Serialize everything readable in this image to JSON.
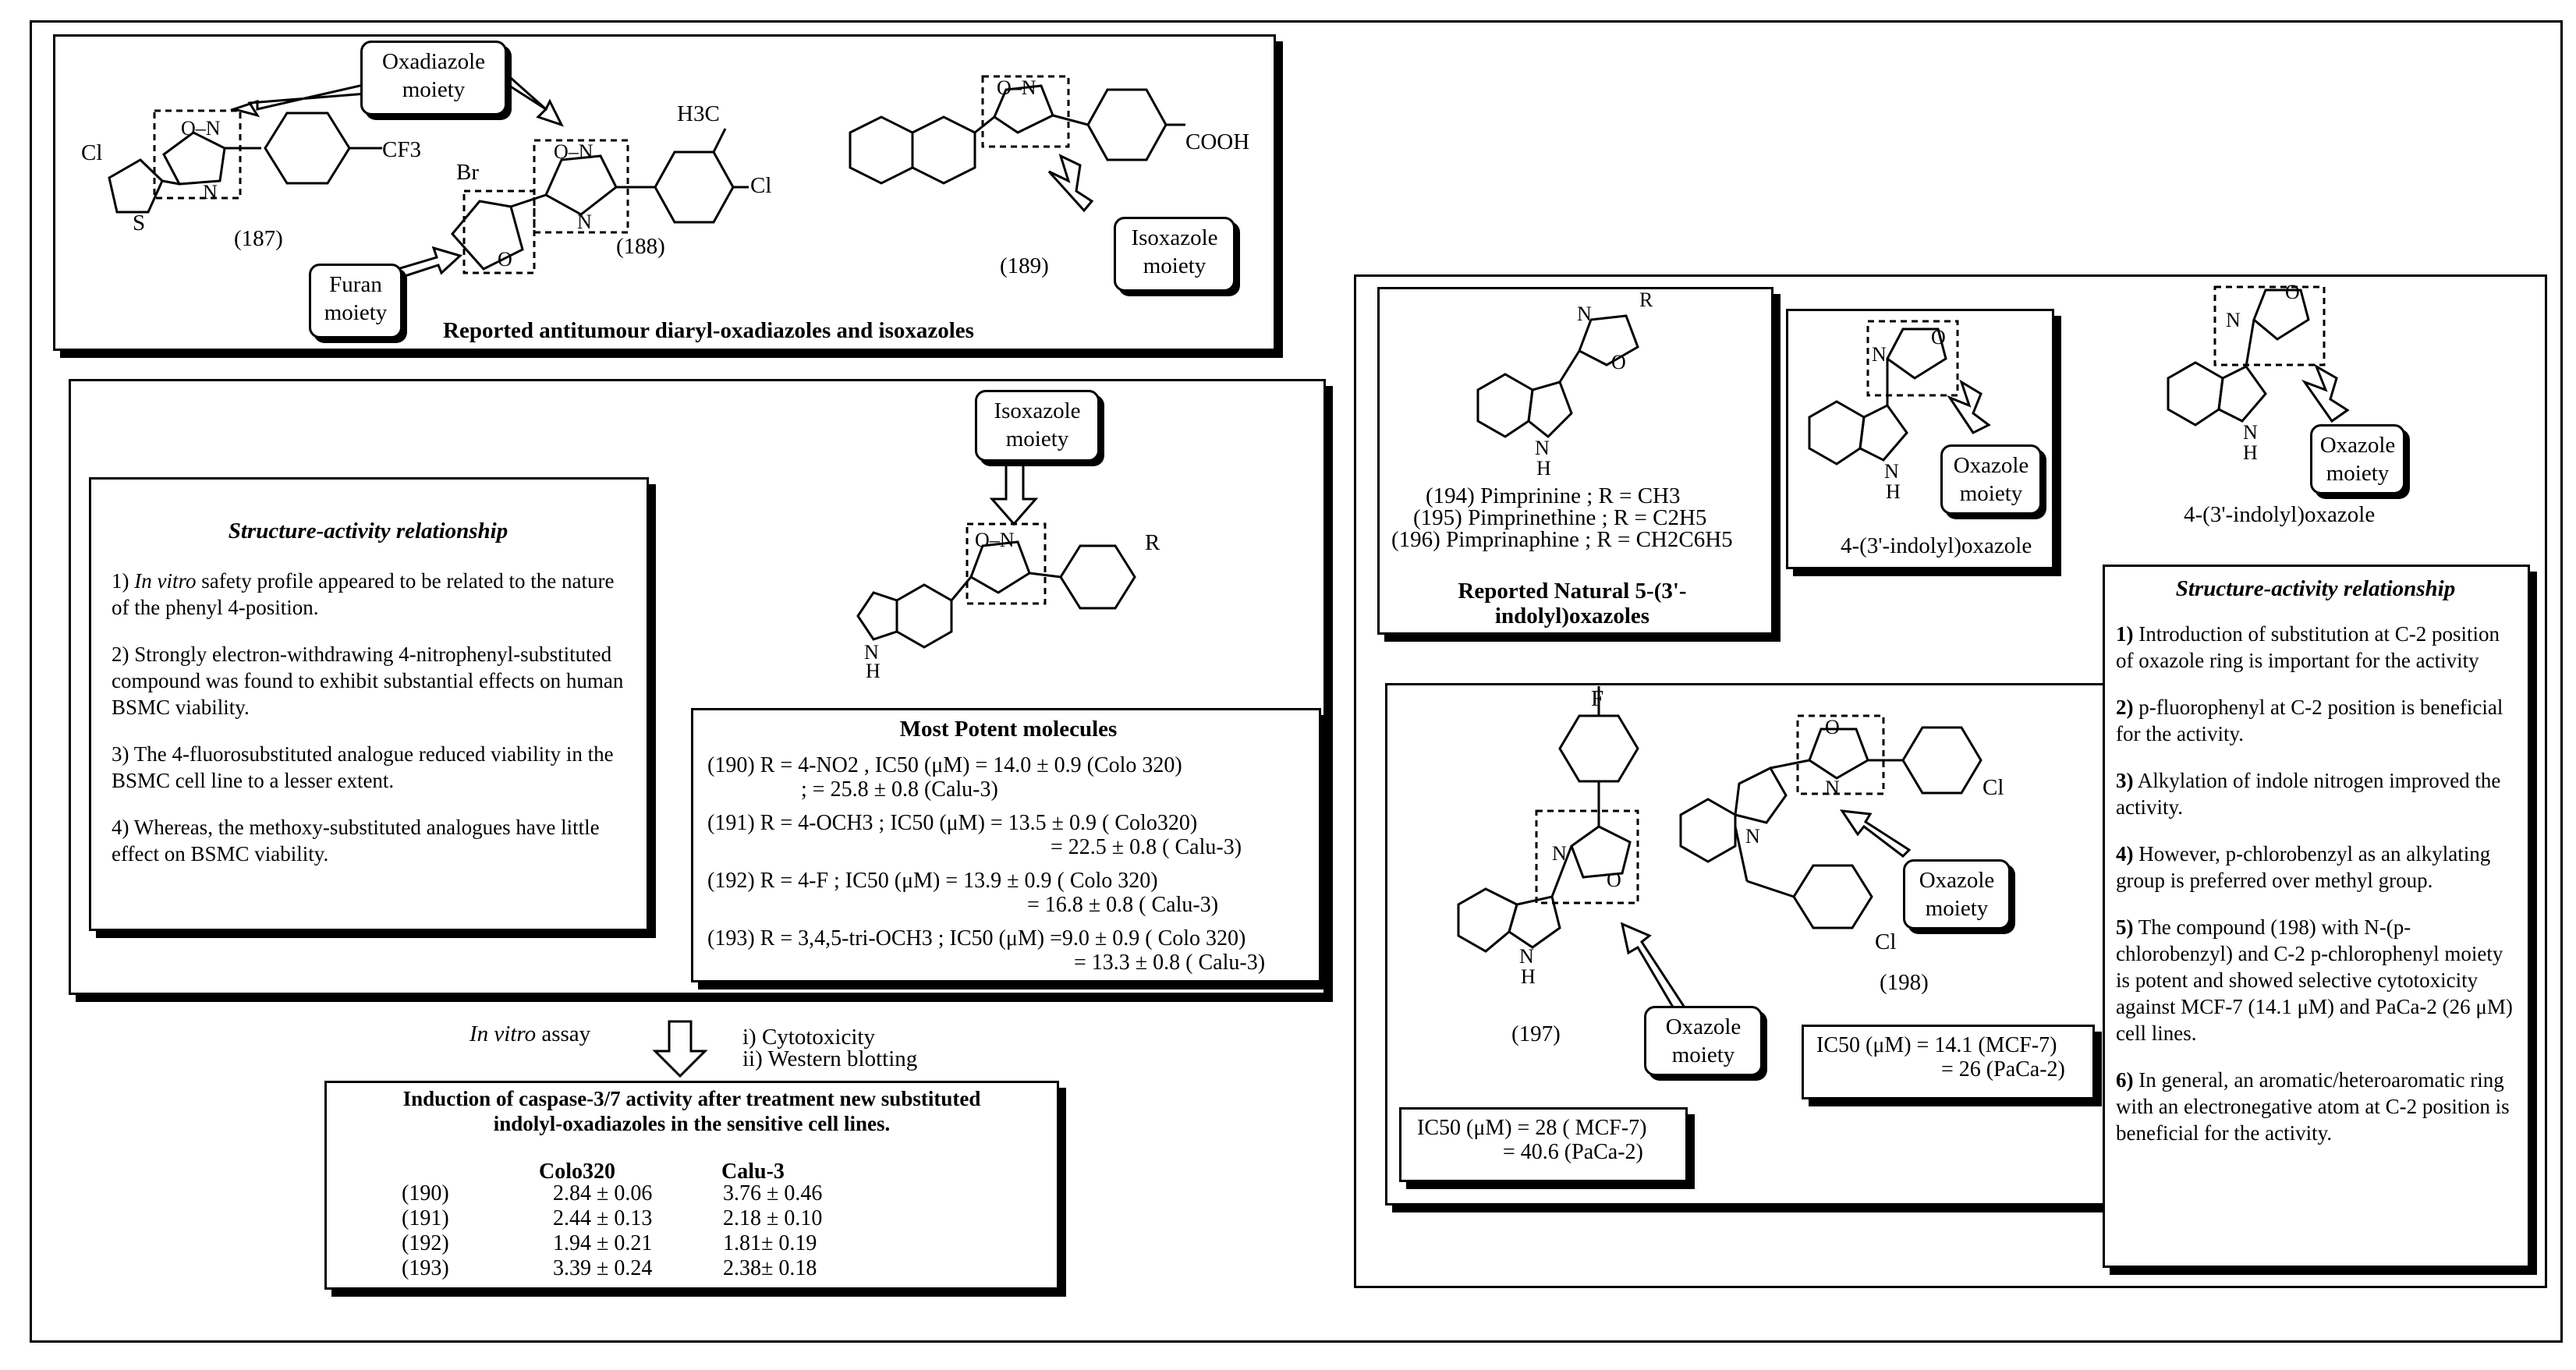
{
  "top": {
    "oxadiazole_tag": "Oxadiazole moiety",
    "furan_tag": "Furan moiety",
    "isoxazole_tag": "Isoxazole moiety",
    "caption": "Reported antitumour diaryl-oxadiazoles and isoxazoles",
    "cpd187": "(187)",
    "cpd188": "(188)",
    "cpd189": "(189)",
    "atom_cl": "Cl",
    "atom_s": "S",
    "atom_o_n": "O–N",
    "atom_n": "N",
    "atom_cf3": "CF3",
    "atom_br": "Br",
    "atom_o": "O",
    "atom_h3c": "H3C",
    "atom_cl2": "Cl",
    "atom_cooh": "COOH"
  },
  "sar_left": {
    "title": "Structure-activity relationship",
    "p1_italic": "In vitro",
    "p1_rest": " safety profile appeared to be related to the nature of the phenyl 4-position.",
    "p1_num": "1) ",
    "p2": "2) Strongly electron-withdrawing 4-nitrophenyl-substituted compound was found to exhibit substantial effects on human BSMC viability.",
    "p3": "3) The 4-fluorosubstituted analogue reduced viability in the BSMC cell line to a lesser extent.",
    "p4": "4) Whereas, the methoxy-substituted analogues have little effect on BSMC viability."
  },
  "mid": {
    "isoxazole_tag": "Isoxazole moiety",
    "atom_r": "R",
    "atom_nh": "N",
    "atom_h": "H",
    "atom_o_n": "O–N"
  },
  "potent": {
    "title": "Most Potent molecules",
    "rows": [
      "(190) R = 4-NO2  , IC50 (μM) = 14.0 ± 0.9 (Colo 320)",
      ";                = 25.8 ± 0.8 (Calu-3)",
      "(191) R = 4-OCH3 ; IC50 (μM) = 13.5 ±  0.9 ( Colo320)",
      "= 22.5 ±  0.8 ( Calu-3)",
      "(192) R = 4-F ; IC50 (μM) = 13.9 ± 0.9 ( Colo 320)",
      "= 16.8 ± 0.8 ( Calu-3)",
      "(193) R = 3,4,5-tri-OCH3 ; IC50 (μM) =9.0 ± 0.9 ( Colo 320)",
      "= 13.3 ±  0.8 ( Calu-3)"
    ]
  },
  "assay": {
    "label_italic": "In vitro",
    "label_rest": " assay",
    "item1": "i) Cytotoxicity",
    "item2": "ii) Western blotting"
  },
  "caspase": {
    "title": "Induction of caspase-3/7 activity after treatment new substituted indolyl-oxadiazoles in the sensitive cell lines.",
    "col_headers": [
      "Colo320",
      "Calu-3"
    ],
    "rows": [
      {
        "id": "(190)",
        "colo": "2.84 ±  0.06",
        "calu": "3.76 ±  0.46"
      },
      {
        "id": "(191)",
        "colo": "2.44 ±  0.13",
        "calu": "2.18 ±  0.10"
      },
      {
        "id": "(192)",
        "colo": "1.94 ± 0.21",
        "calu": "1.81± 0.19"
      },
      {
        "id": "(193)",
        "colo": "3.39 ± 0.24",
        "calu": "2.38± 0.18"
      }
    ]
  },
  "natural": {
    "line1": "(194) Pimprinine ; R = CH3",
    "line2": "(195) Pimprinethine ; R = C2H5",
    "line3": "(196) Pimprinaphine ; R = CH2C6H5",
    "caption": "Reported Natural 5-(3'-indolyl)oxazoles",
    "atom_r": "R",
    "atom_n": "N",
    "atom_o": "O",
    "atom_h": "H"
  },
  "oxz4": {
    "tag": "Oxazole moiety",
    "caption": "4-(3'-indolyl)oxazole",
    "atom_n": "N",
    "atom_o": "O",
    "atom_h": "H"
  },
  "oxz4b": {
    "tag": "Oxazole moiety",
    "caption": "4-(3'-indolyl)oxazole"
  },
  "cpd197": {
    "label": "(197)",
    "tag": "Oxazole moiety",
    "ic50": "IC50 (μM) = 28 ( MCF-7)",
    "ic50b": "= 40.6 (PaCa-2)",
    "atom_f": "F",
    "atom_n": "N",
    "atom_o": "O",
    "atom_h": "H"
  },
  "cpd198": {
    "label": "(198)",
    "tag": "Oxazole moiety",
    "ic50": "IC50 (μM) = 14.1 (MCF-7)",
    "ic50b": "= 26 (PaCa-2)",
    "atom_cl": "Cl",
    "atom_cl2": "Cl",
    "atom_n": "N",
    "atom_o": "O"
  },
  "sar_right": {
    "title": "Structure-activity relationship",
    "points": [
      {
        "num": "1)",
        "text": " Introduction of substitution at C-2 position of oxazole ring is important for the activity"
      },
      {
        "num": "2)",
        "text": " p-fluorophenyl at C-2 position is beneficial for the activity."
      },
      {
        "num": "3)",
        "text": " Alkylation of indole nitrogen improved the activity."
      },
      {
        "num": "4)",
        "text": " However, p-chlorobenzyl as an alkylating group is preferred over methyl group."
      },
      {
        "num": "5)",
        "text": " The compound (198) with N-(p-chlorobenzyl) and C-2 p-chlorophenyl moiety is potent and showed selective cytotoxicity against MCF-7 (14.1 μM) and PaCa-2 (26 μM) cell lines."
      },
      {
        "num": "6)",
        "text": " In general, an aromatic/heteroaromatic ring with an electronegative atom at C-2 position is beneficial for the activity."
      }
    ]
  }
}
